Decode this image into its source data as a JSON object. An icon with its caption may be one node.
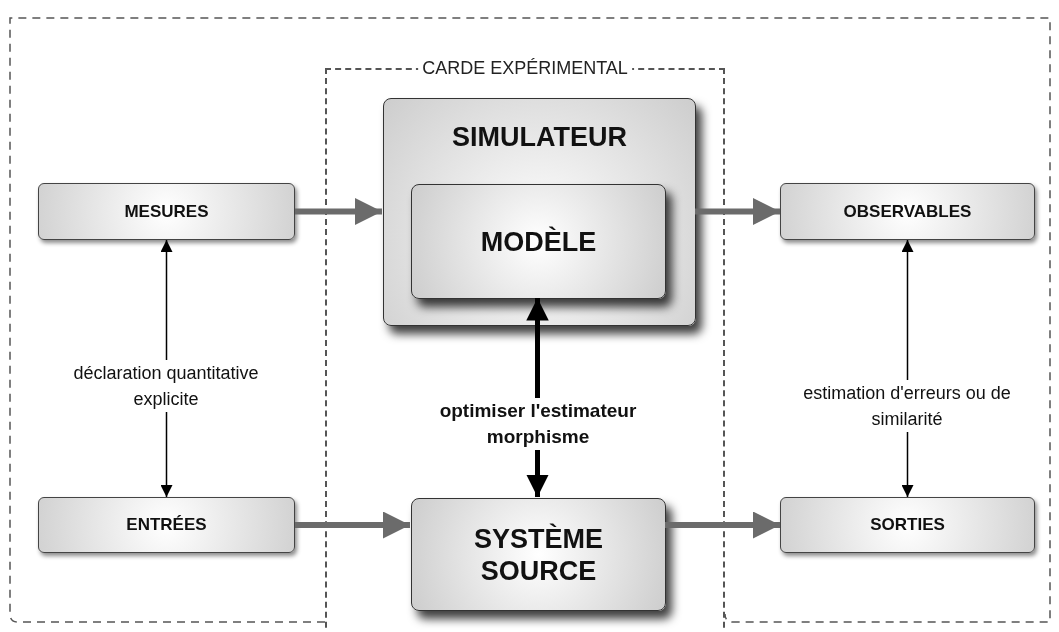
{
  "diagram": {
    "nodes": [
      {
        "text": [
          "CARDE EXPÉRIMENTAL"
        ]
      },
      {
        "text": [
          "SIMULATEUR"
        ],
        "in": 0
      },
      {
        "text": [
          "MODÈLE"
        ],
        "in": 1
      },
      {
        "text": [
          "SYSTÈME SOURCE"
        ],
        "in": 0
      },
      {
        "text": [
          "MESURES"
        ]
      },
      {
        "text": [
          "ENTRÉES"
        ]
      },
      {
        "text": [
          "OBSERVABLES"
        ]
      },
      {
        "text": [
          "SORTIES"
        ]
      }
    ],
    "edges": [
      {
        "from": 4,
        "to": 1,
        "arrow": "to"
      },
      {
        "from": 1,
        "to": 6,
        "arrow": "to"
      },
      {
        "from": 5,
        "to": 3,
        "arrow": "to"
      },
      {
        "from": 3,
        "to": 7,
        "arrow": "to"
      },
      {
        "from": 4,
        "to": 5,
        "arrow": "both",
        "label": "déclaration quantitative explicite",
        "color": "#000000"
      },
      {
        "from": 6,
        "to": 7,
        "arrow": "both",
        "label": "estimation d'erreurs ou de similarité",
        "color": "#000000"
      },
      {
        "from": 2,
        "to": 3,
        "arrow": "both",
        "label": "optimiser l'estimateur morphisme",
        "color": "#000000"
      }
    ]
  }
}
